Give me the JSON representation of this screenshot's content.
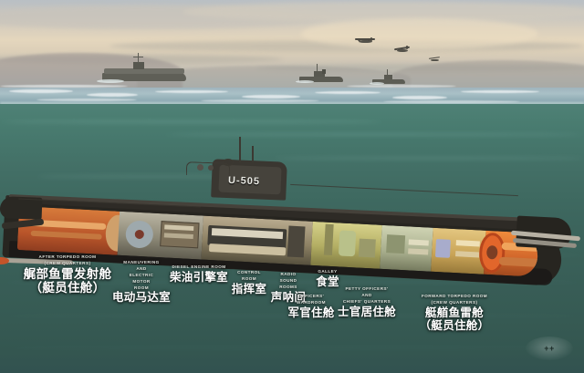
{
  "illustration": {
    "title": "U-505 submarine cutaway illustration",
    "hull_number": "U-505",
    "watermark": "++"
  },
  "scene": {
    "sky_label": "dawn-sky",
    "surface_vessels": [
      {
        "name": "aircraft-carrier"
      },
      {
        "name": "destroyer-1"
      },
      {
        "name": "destroyer-2"
      }
    ],
    "aircraft": [
      {
        "name": "patrol-plane-1"
      },
      {
        "name": "patrol-plane-2"
      },
      {
        "name": "patrol-plane-3"
      }
    ]
  },
  "colors": {
    "sky_top": "#b9bfc4",
    "sky_glow": "#e4d6bd",
    "sea_surface": "#9fb4bd",
    "sea_deep": "#325250",
    "hull_dark": "#2d2a25",
    "compartment_orange": "#d4692c",
    "compartment_tan": "#c9a05a",
    "compartment_yellow": "#cfc25a",
    "compartment_green": "#9aa87a",
    "label_text": "#ffffff"
  },
  "labels": [
    {
      "id": "after-torpedo-room",
      "en": "AFTER  TORPEDO  ROOM\n(CREW  QUARTERS)",
      "cn": "艉部鱼雷发射舱\n（艇员住舱）"
    },
    {
      "id": "maneuvering-electric-motor-room",
      "en": "MANEUVERING\nAND\nELECTRIC\nMOTOR\nROOM",
      "cn": "电动马达室"
    },
    {
      "id": "diesel-engine-room",
      "en": "DIESEL  ENGINE  ROOM",
      "cn": "柴油引擎室"
    },
    {
      "id": "control-room",
      "en": "CONTROL\nROOM",
      "cn": "指挥室"
    },
    {
      "id": "radio-sound-rooms",
      "en": "RADIO\nSOUND\nROOMS",
      "cn": "声呐间"
    },
    {
      "id": "officers-wardroom",
      "en": "OFFICERS'\nWARDROOM",
      "cn": "军官住舱"
    },
    {
      "id": "galley",
      "en": "GALLEY",
      "cn": "食堂"
    },
    {
      "id": "petty-officers-chiefs-quarters",
      "en": "PETTY  OFFICERS'\nAND\nCHIEFS'  QUARTERS",
      "cn": "士官居住舱"
    },
    {
      "id": "forward-torpedo-room",
      "en": "FORWARD  TORPEDO  ROOM\n(CREW  QUARTERS)",
      "cn": "艇艏鱼雷舱\n（艇员住舱）"
    }
  ]
}
